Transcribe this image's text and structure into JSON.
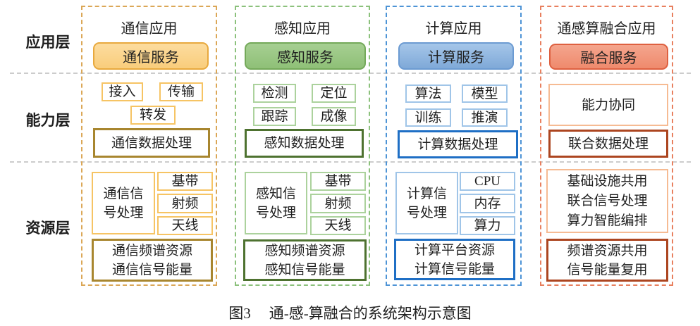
{
  "row_labels": {
    "app": "应用层",
    "capability": "能力层",
    "resource": "资源层"
  },
  "columns": [
    {
      "id": "communication",
      "accent": "#DBA757",
      "dark_accent": "#A8862F",
      "service_fill": "#F9CD7C",
      "title": "通信应用",
      "service": "通信服务",
      "chips": [
        "接入",
        "传输",
        "转发"
      ],
      "data_processing": "通信数据处理",
      "signal_processing": [
        "通信信",
        "号处理"
      ],
      "hw_chips": [
        "基带",
        "射频",
        "天线"
      ],
      "resource_lines": [
        "通信频谱资源",
        "通信信号能量"
      ]
    },
    {
      "id": "sensing",
      "accent": "#8CC17C",
      "dark_accent": "#4E7230",
      "service_fill": "#8FC077",
      "title": "感知应用",
      "service": "感知服务",
      "chips": [
        "检测",
        "定位",
        "跟踪",
        "成像"
      ],
      "data_processing": "感知数据处理",
      "signal_processing": [
        "感知信",
        "号处理"
      ],
      "hw_chips": [
        "基带",
        "射频",
        "天线"
      ],
      "resource_lines": [
        "感知频谱资源",
        "感知信号能量"
      ]
    },
    {
      "id": "computing",
      "accent": "#4E94D6",
      "dark_accent": "#1F6FC5",
      "service_fill": "#7FA9D8",
      "title": "计算应用",
      "service": "计算服务",
      "chips": [
        "算法",
        "模型",
        "训练",
        "推演"
      ],
      "data_processing": "计算数据处理",
      "signal_processing": [
        "计算信",
        "号处理"
      ],
      "hw_chips": [
        "CPU",
        "内存",
        "算力"
      ],
      "resource_lines": [
        "计算平台资源",
        "计算信号能量"
      ]
    },
    {
      "id": "fusion",
      "accent": "#E8805F",
      "dark_accent": "#AC4520",
      "service_fill": "#EF8A6D",
      "title": "通感算融合应用",
      "service": "融合服务",
      "capability_box": "能力协同",
      "data_processing": "联合数据处理",
      "resource_top_lines": [
        "基础设施共用",
        "联合信号处理",
        "算力智能编排"
      ],
      "resource_lines": [
        "频谱资源共用",
        "信号能量复用"
      ]
    }
  ],
  "caption": {
    "prefix": "图3",
    "title": "通-感-算融合的系统架构示意图"
  }
}
